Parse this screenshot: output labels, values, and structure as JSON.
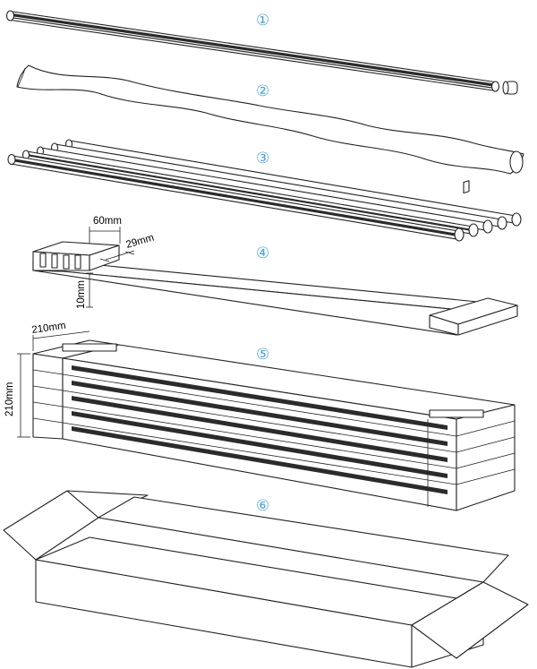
{
  "steps": {
    "s1": "①",
    "s2": "②",
    "s3": "③",
    "s4": "④",
    "s5": "⑤",
    "s6": "⑥"
  },
  "dimensions": {
    "tray_slot_width": "60mm",
    "tray_slot_gap": "29mm",
    "tray_height": "10mm",
    "stack_width": "210mm",
    "stack_height": "210mm"
  },
  "colors": {
    "step_number": "#4aa3de",
    "outline": "#222222"
  }
}
